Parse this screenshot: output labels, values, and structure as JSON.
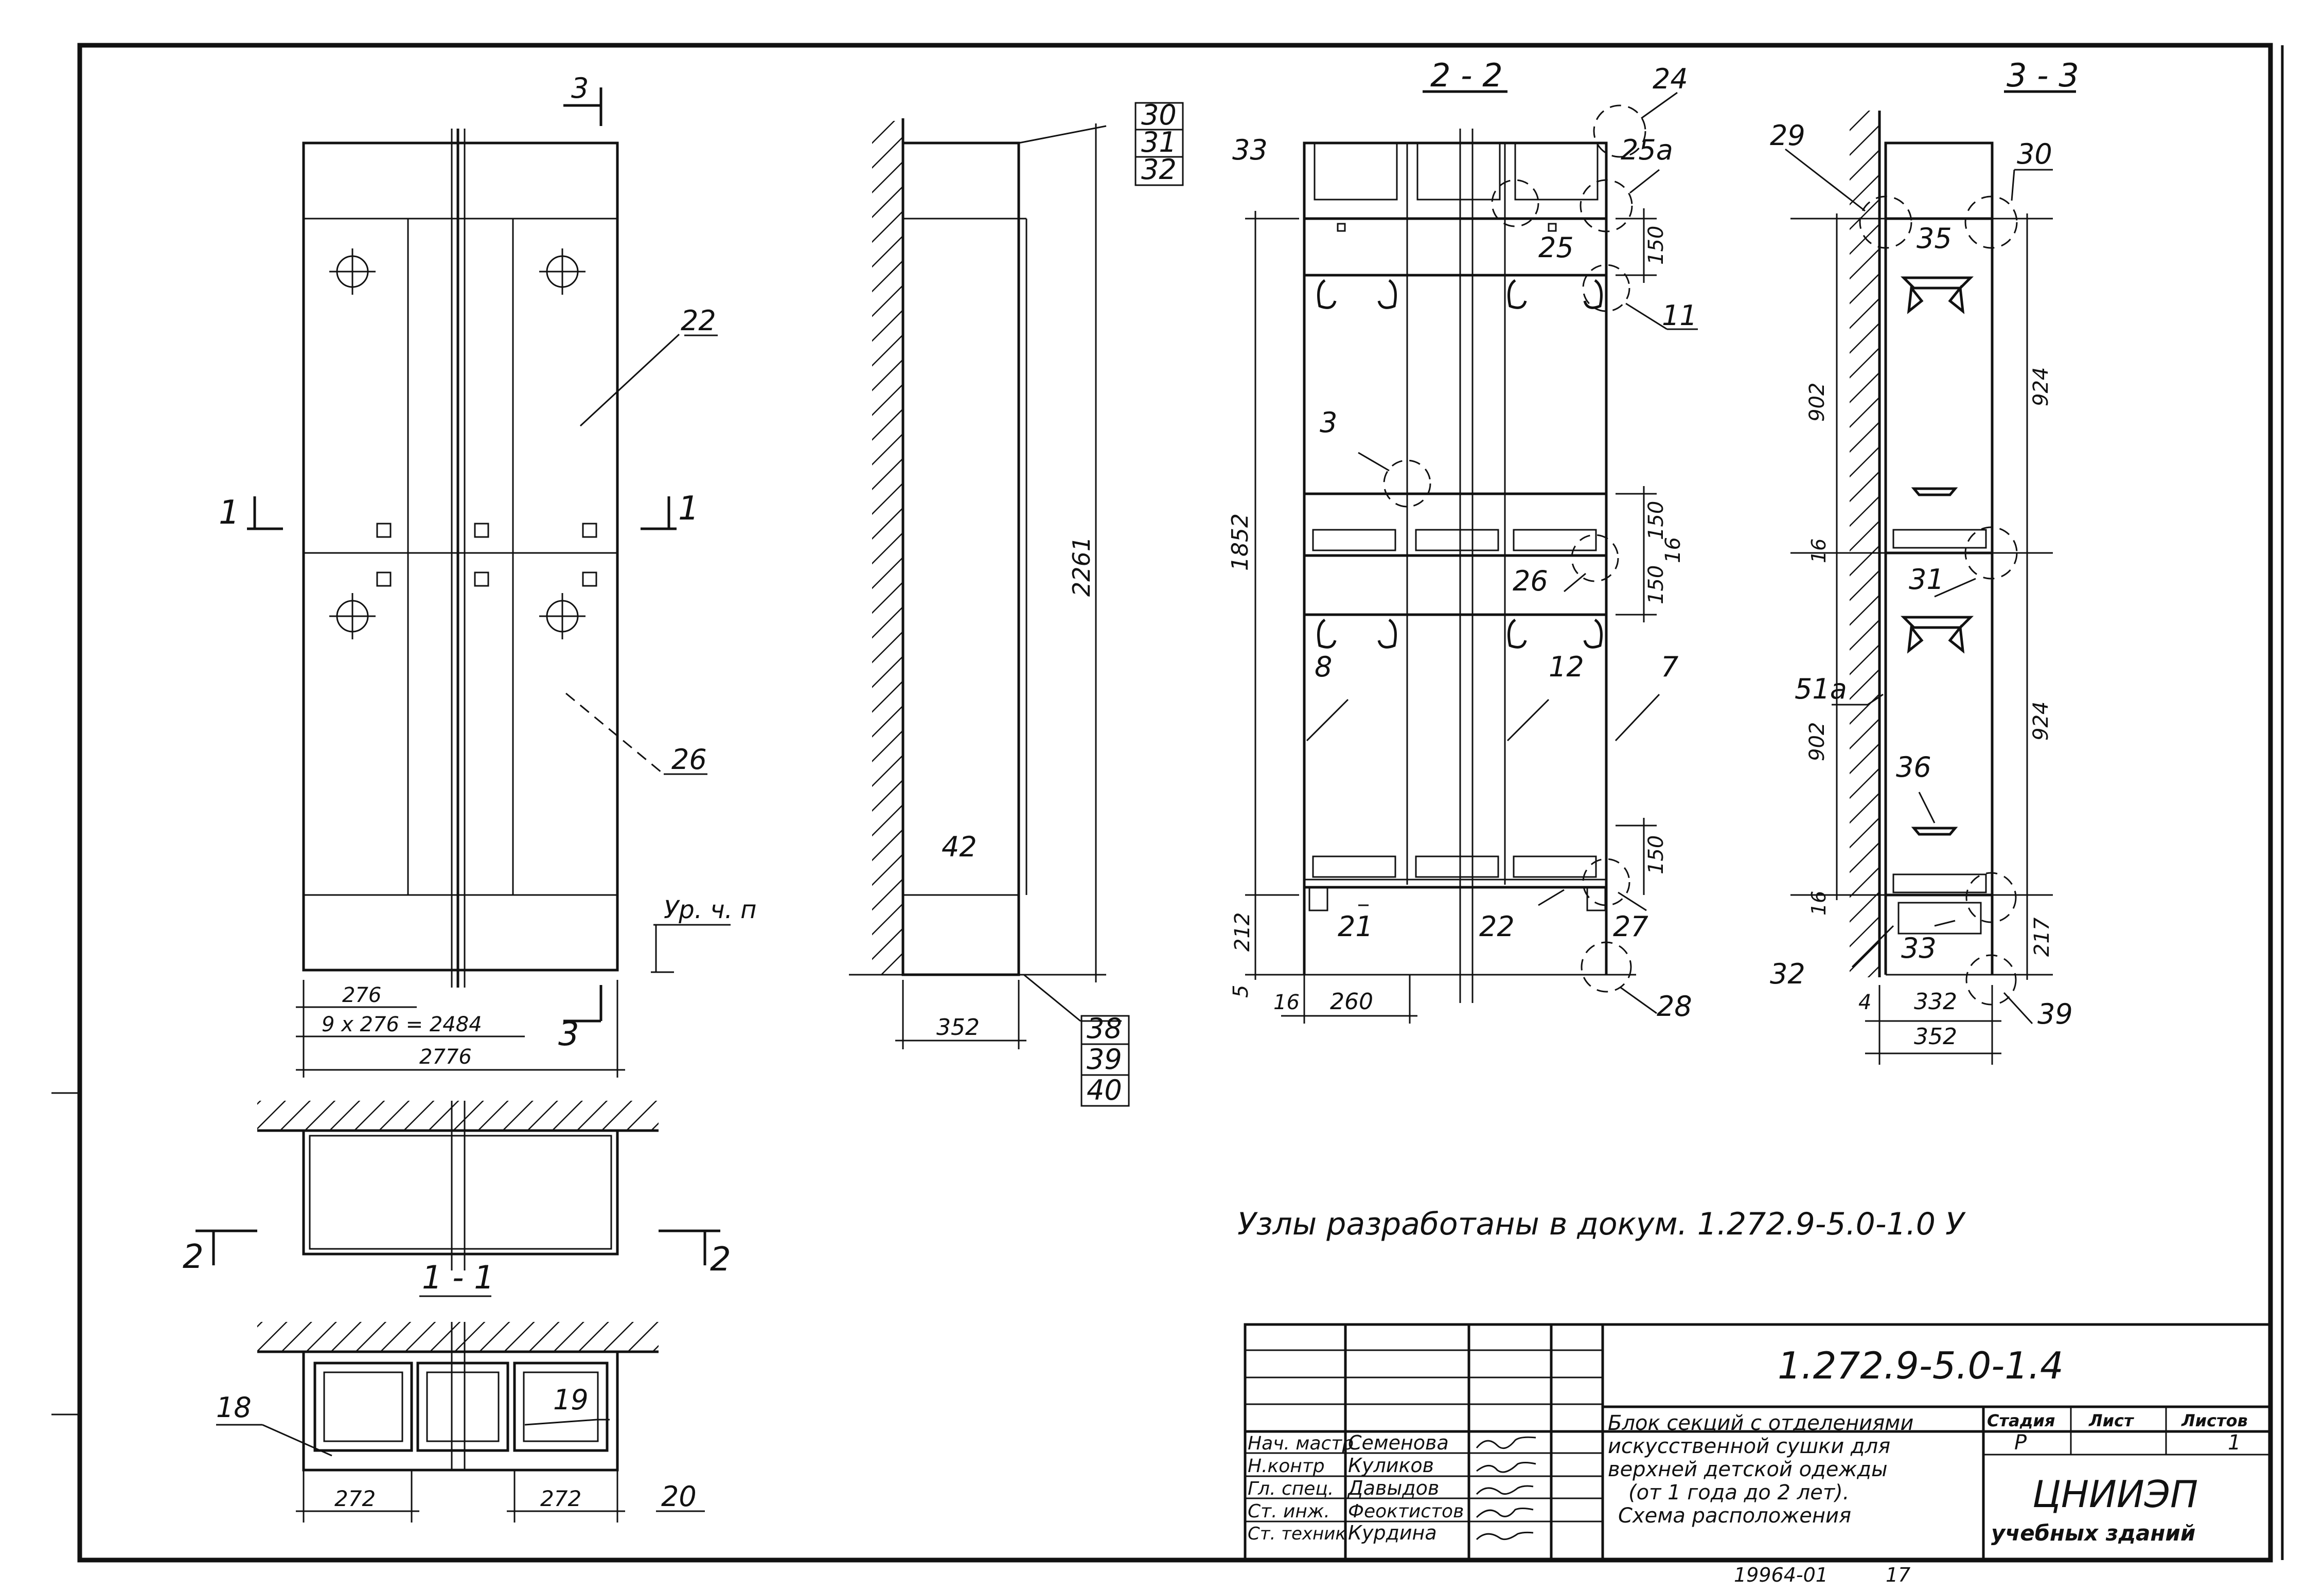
{
  "note": "Узлы разработаны в докум. 1.272.9-5.0-1.0 У",
  "sections": {
    "s11": "1 - 1",
    "s22": "2 - 2",
    "s33": "3 - 3",
    "cut1": "1",
    "cut2": "2",
    "cut3": "3",
    "level": "Ур. ч. п"
  },
  "front": {
    "callouts": [
      "22",
      "26",
      "18",
      "19",
      "20"
    ],
    "dims": [
      "276",
      "9 x 276 = 2484",
      "2776",
      "272",
      "272"
    ]
  },
  "side": {
    "callouts": [
      "30",
      "31",
      "32",
      "38",
      "39",
      "40",
      "42"
    ],
    "dims": [
      "2261",
      "352"
    ]
  },
  "view22": {
    "callouts": [
      "24",
      "25а",
      "33",
      "25",
      "11",
      "3",
      "26",
      "8",
      "12",
      "7",
      "21",
      "22",
      "27",
      "28"
    ],
    "dims": [
      "150",
      "1852",
      "150",
      "16",
      "150",
      "150",
      "212",
      "5",
      "16",
      "260"
    ]
  },
  "view33": {
    "callouts": [
      "29",
      "30",
      "35",
      "31",
      "51а",
      "36",
      "32",
      "33",
      "39"
    ],
    "dims": [
      "902",
      "924",
      "16",
      "902",
      "924",
      "16",
      "217",
      "4",
      "332",
      "352"
    ]
  },
  "title_block": {
    "code": "1.272.9-5.0-1.4",
    "rows": [
      {
        "role": "Нач. мастр",
        "name": "Семенова"
      },
      {
        "role": "Н.контр",
        "name": "Куликов"
      },
      {
        "role": "Гл. спец.",
        "name": "Давыдов"
      },
      {
        "role": "Ст. инж.",
        "name": "Феоктистов"
      },
      {
        "role": "Ст. техник",
        "name": "Курдина"
      }
    ],
    "description": [
      "Блок секций с отделениями",
      "искусственной сушки для",
      "верхней детской одежды",
      "(от 1 года до 2 лет).",
      "Схема расположения"
    ],
    "stage_header": "Стадия",
    "sheet_header": "Лист",
    "sheets_header": "Листов",
    "stage": "Р",
    "sheets": "1",
    "org": "ЦНИИЭП",
    "org_sub": "учебных зданий",
    "inventory": "19964-01",
    "page": "17"
  },
  "colors": {
    "ink": "#111111",
    "paper": "#ffffff"
  }
}
